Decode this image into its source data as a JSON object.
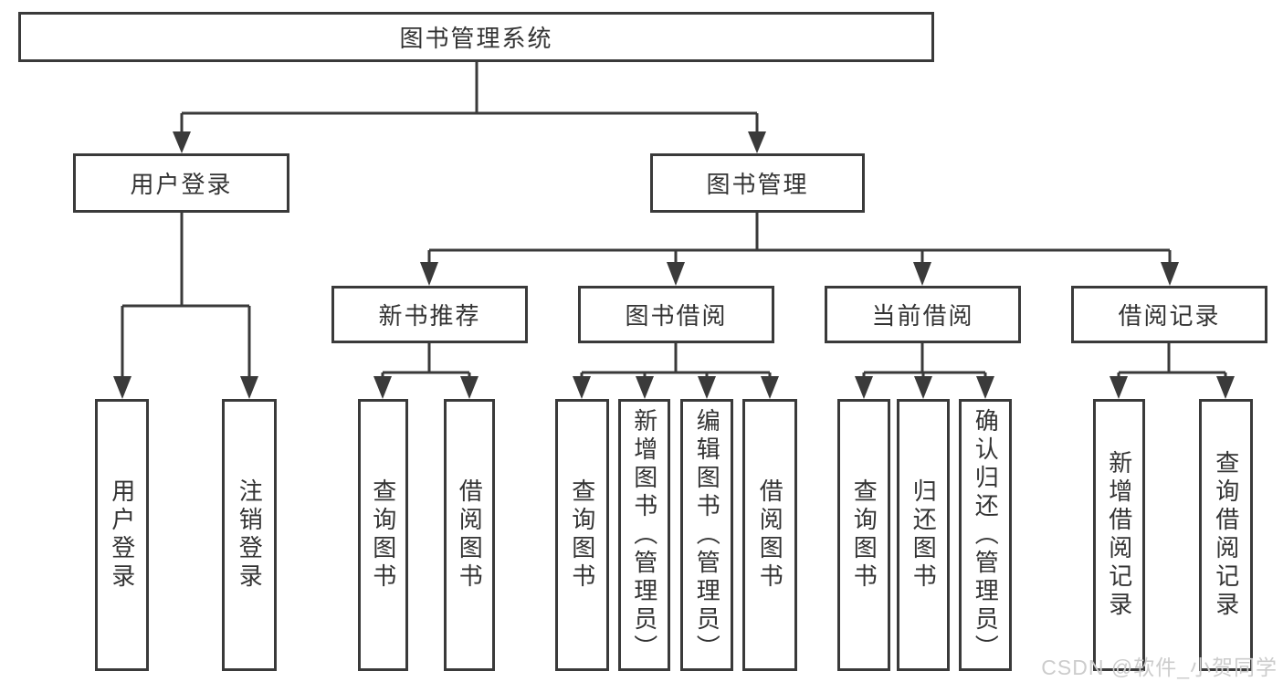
{
  "root": {
    "label": "图书管理系统"
  },
  "level2": {
    "user_login": {
      "label": "用户登录"
    },
    "book_management": {
      "label": "图书管理"
    }
  },
  "level3": {
    "new_book_recommendation": {
      "label": "新书推荐"
    },
    "book_borrowing": {
      "label": "图书借阅"
    },
    "current_borrowing": {
      "label": "当前借阅"
    },
    "borrowing_records": {
      "label": "借阅记录"
    }
  },
  "leaves": {
    "user_login_action": {
      "label": "用户登录"
    },
    "logout_action": {
      "label": "注销登录"
    },
    "nb_query_books": {
      "label": "查询图书"
    },
    "nb_borrow_books": {
      "label": "借阅图书"
    },
    "bb_query_books": {
      "label": "查询图书"
    },
    "bb_add_book_admin": {
      "label": "新增图书（管理员）"
    },
    "bb_edit_book_admin": {
      "label": "编辑图书（管理员）"
    },
    "bb_borrow_books": {
      "label": "借阅图书"
    },
    "cb_query_books": {
      "label": "查询图书"
    },
    "cb_return_books": {
      "label": "归还图书"
    },
    "cb_confirm_return_admin": {
      "label": "确认归还（管理员）"
    },
    "br_add_borrow_record": {
      "label": "新增借阅记录"
    },
    "br_query_borrow_record": {
      "label": "查询借阅记录"
    }
  },
  "watermark": {
    "text": "CSDN @软件_小贺同学"
  },
  "colors": {
    "line": "#3a3a3a",
    "text": "#333333",
    "watermark": "#cccccc",
    "background": "#ffffff"
  }
}
